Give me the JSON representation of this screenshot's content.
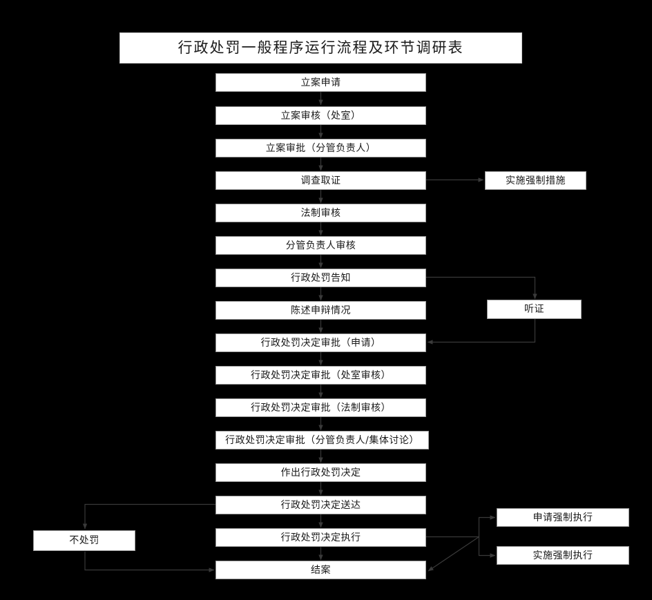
{
  "diagram": {
    "title": "行政处罚一般程序运行流程及环节调研表",
    "background_color": "#000000",
    "node_fill_color": "#ffffff",
    "node_border_color": "#9a9a9a",
    "node_text_color": "#1a1a1a",
    "connector_color": "#3a3a3a",
    "type": "flowchart"
  },
  "main_flow": [
    {
      "id": "n1",
      "label": "立案申请"
    },
    {
      "id": "n2",
      "label": "立案审核（处室）"
    },
    {
      "id": "n3",
      "label": "立案审批（分管负责人）"
    },
    {
      "id": "n4",
      "label": "调查取证"
    },
    {
      "id": "n5",
      "label": "法制审核"
    },
    {
      "id": "n6",
      "label": "分管负责人审核"
    },
    {
      "id": "n7",
      "label": "行政处罚告知"
    },
    {
      "id": "n8",
      "label": "陈述申辩情况"
    },
    {
      "id": "n9",
      "label": "行政处罚决定审批（申请）"
    },
    {
      "id": "n10",
      "label": "行政处罚决定审批（处室审核）"
    },
    {
      "id": "n11",
      "label": "行政处罚决定审批（法制审核）"
    },
    {
      "id": "n12",
      "label": "行政处罚决定审批（分管负责人/集体讨论）"
    },
    {
      "id": "n13",
      "label": "作出行政处罚决定"
    },
    {
      "id": "n14",
      "label": "行政处罚决定送达"
    },
    {
      "id": "n15",
      "label": "行政处罚决定执行"
    },
    {
      "id": "n16",
      "label": "结案"
    }
  ],
  "branch_nodes": [
    {
      "id": "b1",
      "label": "实施强制措施"
    },
    {
      "id": "b2",
      "label": "听证"
    },
    {
      "id": "b3",
      "label": "申请强制执行"
    },
    {
      "id": "b4",
      "label": "实施强制执行"
    },
    {
      "id": "b5",
      "label": "不处罚"
    }
  ]
}
